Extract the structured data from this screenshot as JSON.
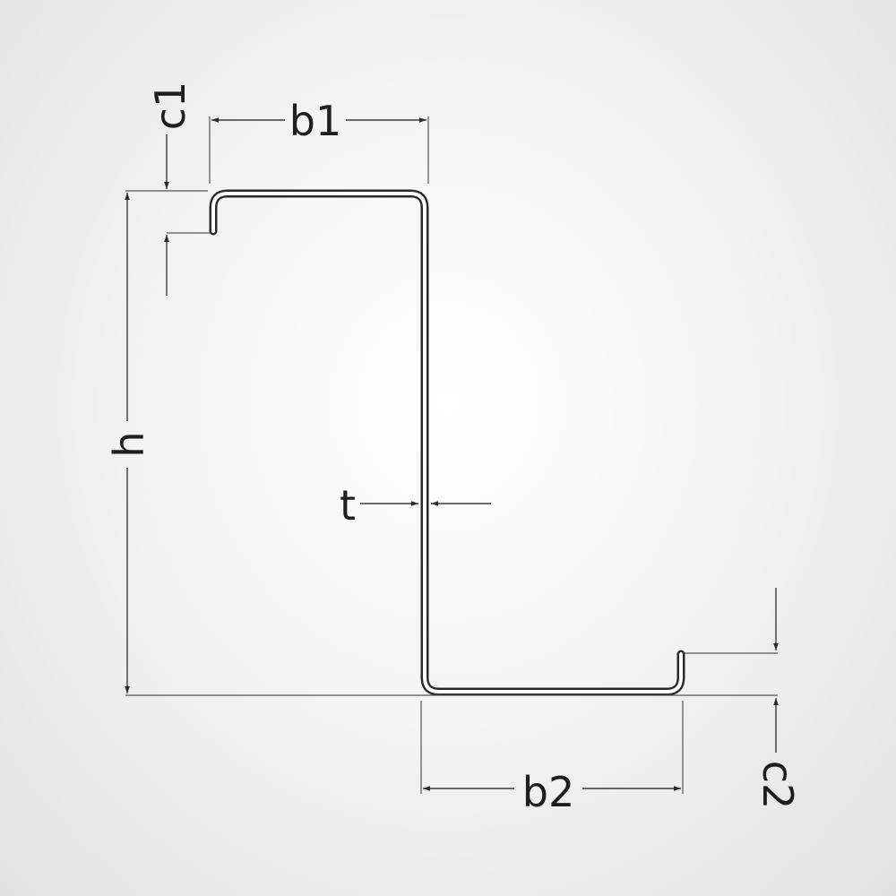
{
  "labels": {
    "b1": "b1",
    "b2": "b2",
    "c1": "c1",
    "c2": "c2",
    "h": "h",
    "t": "t"
  },
  "colors": {
    "profile": "#2a2a2a",
    "dimension": "#3a3a3a",
    "background": "#e8e8e8"
  }
}
